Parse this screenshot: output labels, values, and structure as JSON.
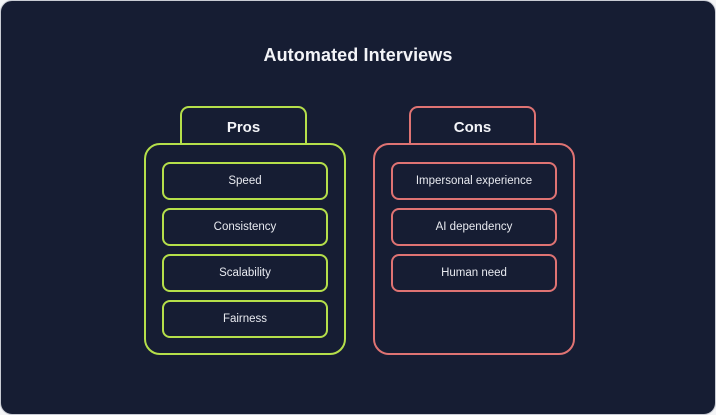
{
  "title": "Automated Interviews",
  "colors": {
    "background": "#161d33",
    "pros_accent": "#b5df4a",
    "cons_accent": "#df7373",
    "text": "#f3f4f8"
  },
  "pros": {
    "label": "Pros",
    "items": [
      "Speed",
      "Consistency",
      "Scalability",
      "Fairness"
    ]
  },
  "cons": {
    "label": "Cons",
    "items": [
      "Impersonal experience",
      "AI dependency",
      "Human need"
    ]
  }
}
